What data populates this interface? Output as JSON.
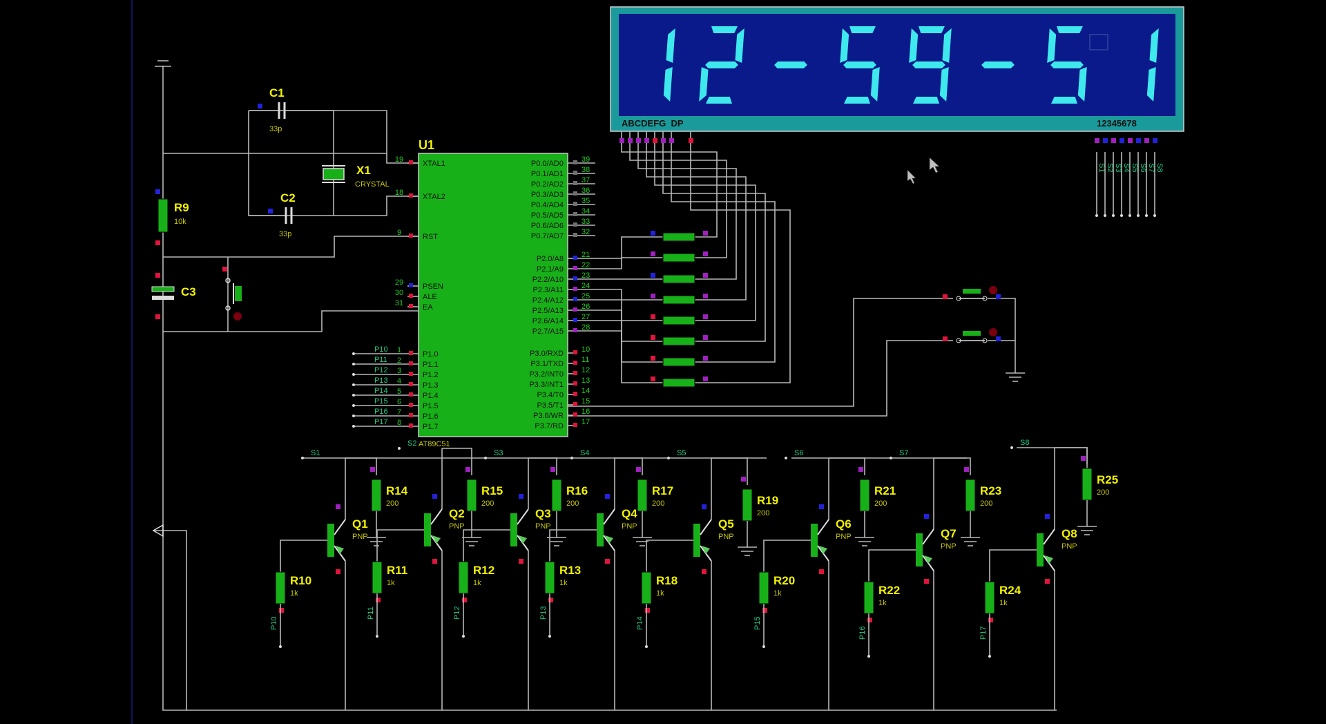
{
  "mcu": {
    "ref": "U1",
    "part": "AT89C51",
    "left_pins": [
      {
        "num": "19",
        "name": "XTAL1"
      },
      {
        "num": "18",
        "name": "XTAL2"
      },
      {
        "num": "9",
        "name": "RST"
      },
      {
        "num": "29",
        "name": "PSEN"
      },
      {
        "num": "30",
        "name": "ALE"
      },
      {
        "num": "31",
        "name": "EA"
      },
      {
        "num": "1",
        "name": "P1.0"
      },
      {
        "num": "2",
        "name": "P1.1"
      },
      {
        "num": "3",
        "name": "P1.2"
      },
      {
        "num": "4",
        "name": "P1.3"
      },
      {
        "num": "5",
        "name": "P1.4"
      },
      {
        "num": "6",
        "name": "P1.5"
      },
      {
        "num": "7",
        "name": "P1.6"
      },
      {
        "num": "8",
        "name": "P1.7"
      }
    ],
    "right_pins": [
      {
        "num": "39",
        "name": "P0.0/AD0"
      },
      {
        "num": "38",
        "name": "P0.1/AD1"
      },
      {
        "num": "37",
        "name": "P0.2/AD2"
      },
      {
        "num": "36",
        "name": "P0.3/AD3"
      },
      {
        "num": "35",
        "name": "P0.4/AD4"
      },
      {
        "num": "34",
        "name": "P0.5/AD5"
      },
      {
        "num": "33",
        "name": "P0.6/AD6"
      },
      {
        "num": "32",
        "name": "P0.7/AD7"
      },
      {
        "num": "21",
        "name": "P2.0/A8"
      },
      {
        "num": "22",
        "name": "P2.1/A9"
      },
      {
        "num": "23",
        "name": "P2.2/A10"
      },
      {
        "num": "24",
        "name": "P2.3/A11"
      },
      {
        "num": "25",
        "name": "P2.4/A12"
      },
      {
        "num": "26",
        "name": "P2.5/A13"
      },
      {
        "num": "27",
        "name": "P2.6/A14"
      },
      {
        "num": "28",
        "name": "P2.7/A15"
      },
      {
        "num": "10",
        "name": "P3.0/RXD"
      },
      {
        "num": "11",
        "name": "P3.1/TXD"
      },
      {
        "num": "12",
        "name": "P3.2/INT0"
      },
      {
        "num": "13",
        "name": "P3.3/INT1"
      },
      {
        "num": "14",
        "name": "P3.4/T0"
      },
      {
        "num": "15",
        "name": "P3.5/T1"
      },
      {
        "num": "16",
        "name": "P3.6/WR"
      },
      {
        "num": "17",
        "name": "P3.7/RD"
      }
    ],
    "p1_nets": [
      "P10",
      "P11",
      "P12",
      "P13",
      "P14",
      "P15",
      "P16",
      "P17"
    ]
  },
  "components": {
    "c1": {
      "ref": "C1",
      "value": "33p"
    },
    "c2": {
      "ref": "C2",
      "value": "33p"
    },
    "x1": {
      "ref": "X1",
      "value": "CRYSTAL"
    },
    "r9": {
      "ref": "R9",
      "value": "10k"
    },
    "c3": {
      "ref": "C3"
    }
  },
  "display": {
    "text": "12-59-51",
    "seg_labels": "ABCDEFG  DP",
    "digit_labels": "12345678",
    "color_on": "#3ee8ec",
    "color_bg": "#0a1a8a",
    "frame_color": "#1a9a9a",
    "digit_nets": [
      "S1",
      "S2",
      "S3",
      "S4",
      "S5",
      "S6",
      "S7",
      "S8"
    ]
  },
  "drivers": [
    {
      "net": "S1",
      "q": "Q1",
      "type": "PNP",
      "rc": "R14",
      "rc_val": "200",
      "rb": "R10",
      "rb_val": "1k",
      "base_net": "P10"
    },
    {
      "net": "S2",
      "q": "Q2",
      "type": "PNP",
      "rc": "R15",
      "rc_val": "200",
      "rb": "R11",
      "rb_val": "1k",
      "base_net": "P11"
    },
    {
      "net": "S3",
      "q": "Q3",
      "type": "PNP",
      "rc": "R16",
      "rc_val": "200",
      "rb": "R12",
      "rb_val": "1k",
      "base_net": "P12"
    },
    {
      "net": "S4",
      "q": "Q4",
      "type": "PNP",
      "rc": "R17",
      "rc_val": "200",
      "rb": "R13",
      "rb_val": "1k",
      "base_net": "P13"
    },
    {
      "net": "S5",
      "q": "Q5",
      "type": "PNP",
      "rc": "R19",
      "rc_val": "200",
      "rb": "R18",
      "rb_val": "1k",
      "base_net": "P14"
    },
    {
      "net": "S6",
      "q": "Q6",
      "type": "PNP",
      "rc": "R21",
      "rc_val": "200",
      "rb": "R20",
      "rb_val": "1k",
      "base_net": "P15"
    },
    {
      "net": "S7",
      "q": "Q7",
      "type": "PNP",
      "rc": "R23",
      "rc_val": "200",
      "rb": "R22",
      "rb_val": "1k",
      "base_net": "P16"
    },
    {
      "net": "S8",
      "q": "Q8",
      "type": "PNP",
      "rc": "R25",
      "rc_val": "200",
      "rb": "R24",
      "rb_val": "1k",
      "base_net": "P17"
    }
  ],
  "colors": {
    "background": "#000000",
    "wire": "#b8b8b8",
    "component_fill": "#18b018",
    "label": "#f2f200",
    "pin_high": "#e0143c",
    "pin_low": "#2222dd"
  }
}
